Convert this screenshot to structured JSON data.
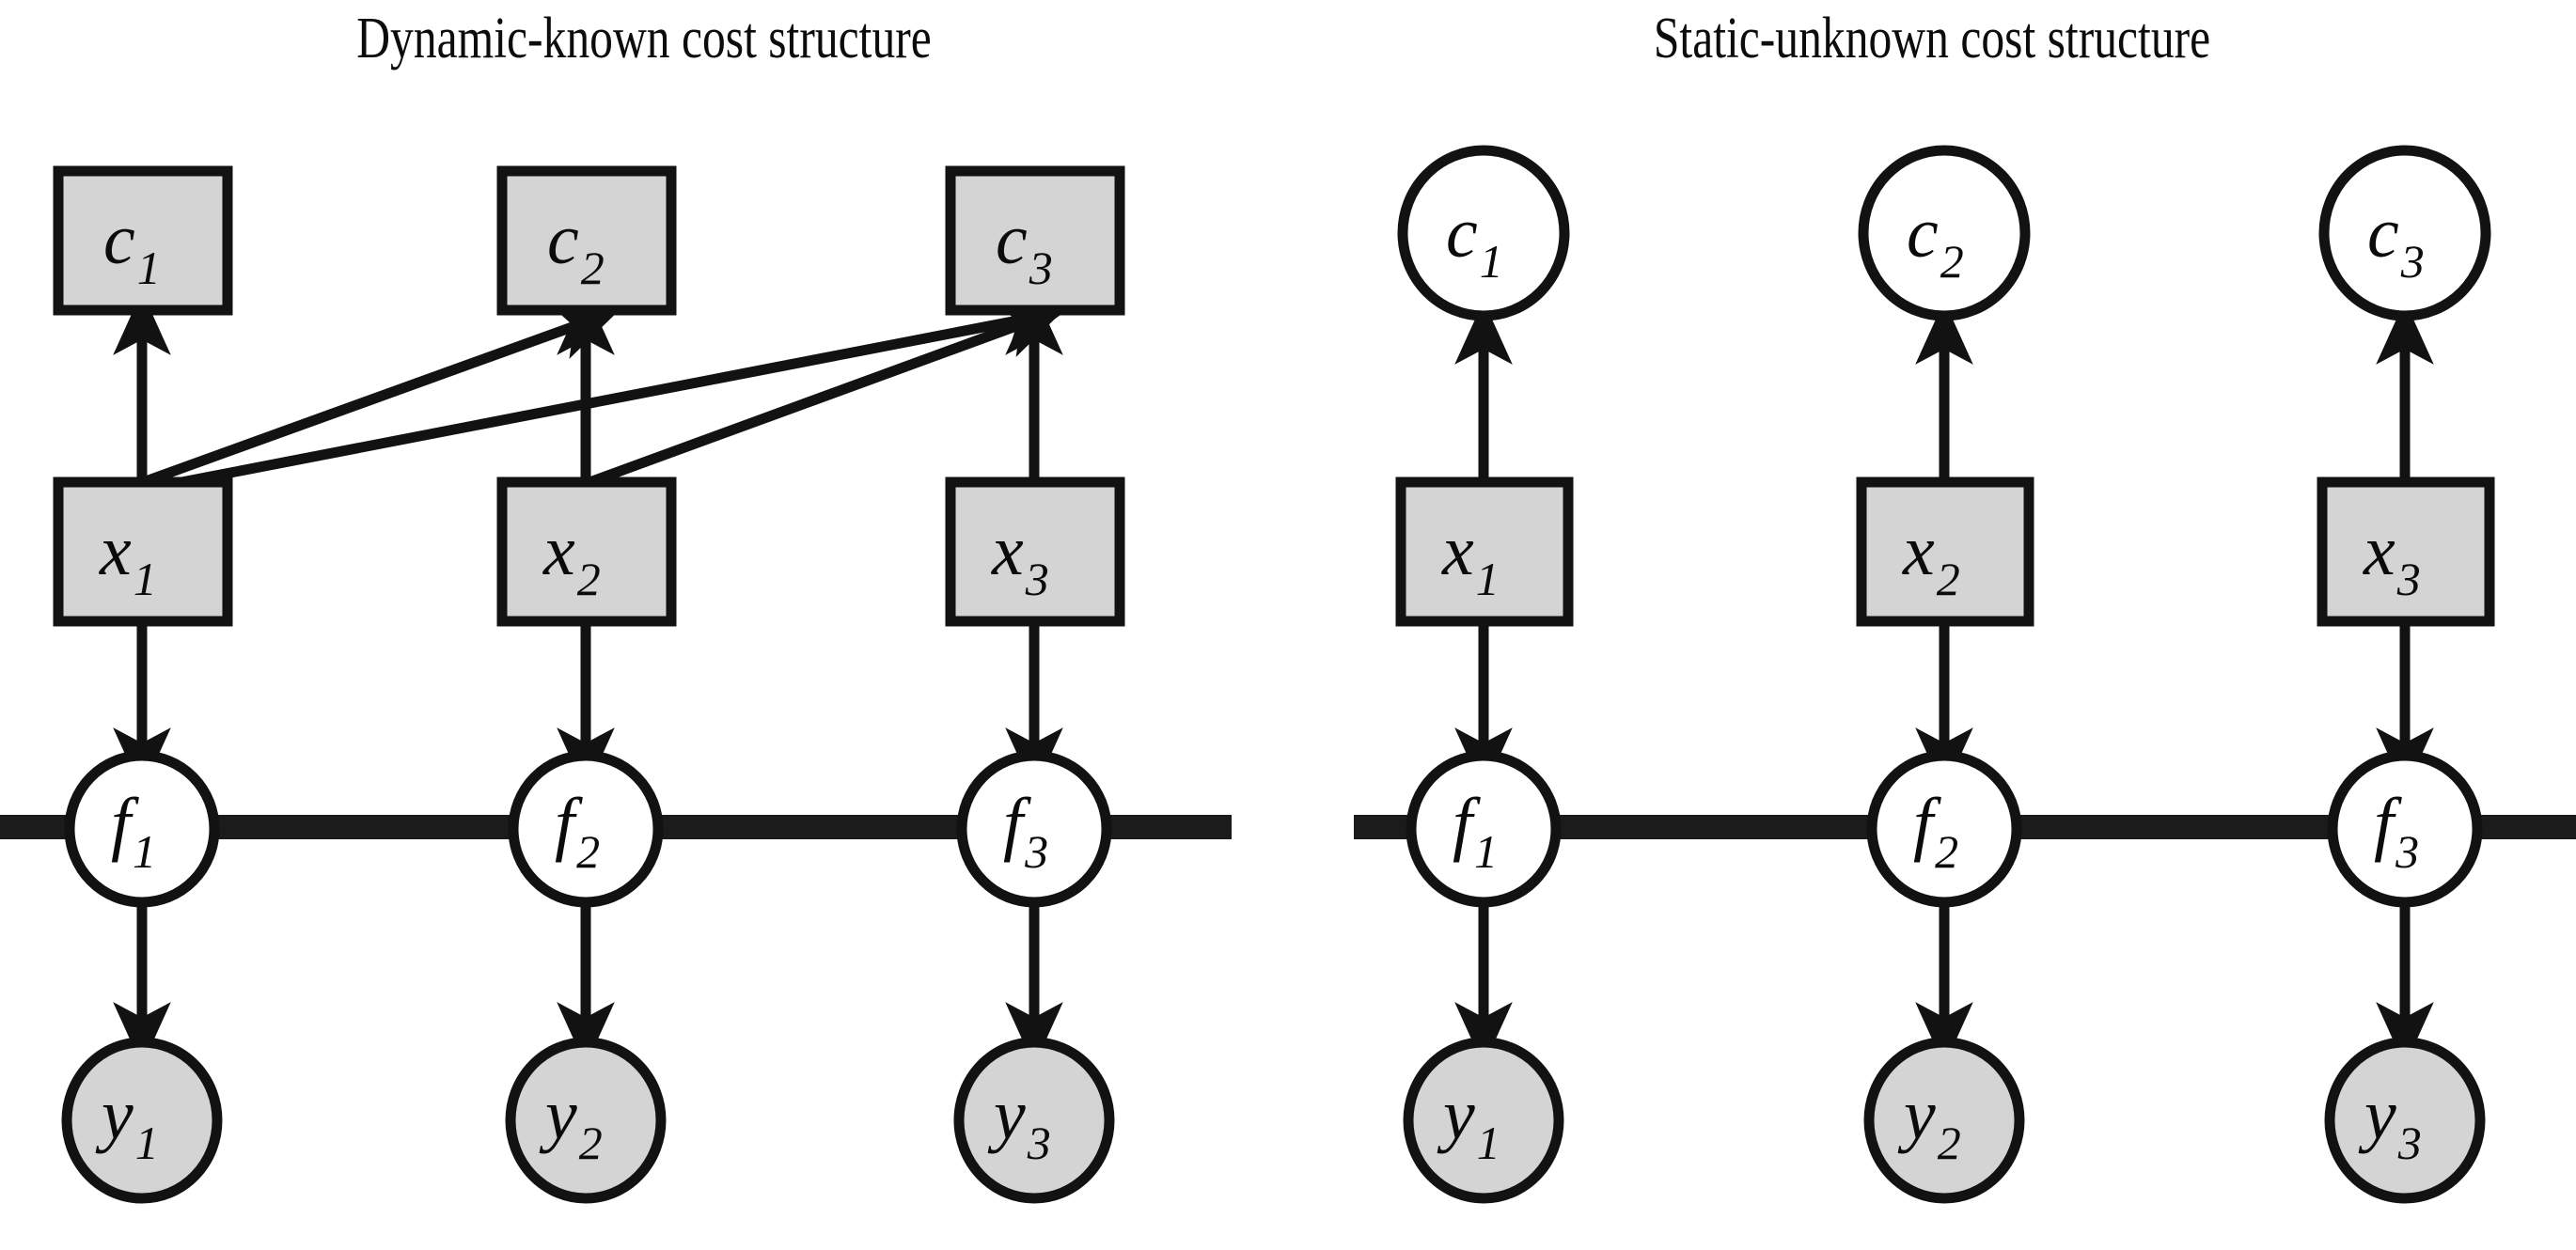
{
  "figure": {
    "type": "probabilistic-graphical-model",
    "background_color": "#ffffff",
    "stroke_color": "#111111",
    "shaded_fill": "#d4d4d4",
    "clear_fill": "#ffffff",
    "panels": [
      {
        "id": "dynamic-known",
        "title": "Dynamic-known cost structure",
        "rows": [
          {
            "name": "cost",
            "shape": "square",
            "fill": "shaded",
            "nodes": [
              {
                "base": "c",
                "sub": "1"
              },
              {
                "base": "c",
                "sub": "2"
              },
              {
                "base": "c",
                "sub": "3"
              }
            ]
          },
          {
            "name": "state",
            "shape": "square",
            "fill": "shaded",
            "nodes": [
              {
                "base": "x",
                "sub": "1"
              },
              {
                "base": "x",
                "sub": "2"
              },
              {
                "base": "x",
                "sub": "3"
              }
            ]
          },
          {
            "name": "latent-function",
            "shape": "circle",
            "fill": "clear",
            "nodes": [
              {
                "base": "f",
                "sub": "1"
              },
              {
                "base": "f",
                "sub": "2"
              },
              {
                "base": "f",
                "sub": "3"
              }
            ]
          },
          {
            "name": "observation",
            "shape": "circle",
            "fill": "shaded",
            "nodes": [
              {
                "base": "y",
                "sub": "1"
              },
              {
                "base": "y",
                "sub": "2"
              },
              {
                "base": "y",
                "sub": "3"
              }
            ]
          }
        ],
        "edges": [
          {
            "from": "x1",
            "to": "c1",
            "kind": "arrow-vertical"
          },
          {
            "from": "x2",
            "to": "c2",
            "kind": "arrow-vertical"
          },
          {
            "from": "x3",
            "to": "c3",
            "kind": "arrow-vertical"
          },
          {
            "from": "x1",
            "to": "c2",
            "kind": "arrow-diagonal"
          },
          {
            "from": "x1",
            "to": "c3",
            "kind": "arrow-diagonal"
          },
          {
            "from": "x2",
            "to": "c3",
            "kind": "arrow-diagonal"
          },
          {
            "from": "x1",
            "to": "f1",
            "kind": "arrow-vertical"
          },
          {
            "from": "x2",
            "to": "f2",
            "kind": "arrow-vertical"
          },
          {
            "from": "x3",
            "to": "f3",
            "kind": "arrow-vertical"
          },
          {
            "from": "f1",
            "to": "y1",
            "kind": "arrow-vertical"
          },
          {
            "from": "f2",
            "to": "y2",
            "kind": "arrow-vertical"
          },
          {
            "from": "f3",
            "to": "y3",
            "kind": "arrow-vertical"
          },
          {
            "from": "f1",
            "to": "f2",
            "kind": "thick-undirected-chain"
          },
          {
            "from": "f2",
            "to": "f3",
            "kind": "thick-undirected-chain"
          }
        ]
      },
      {
        "id": "static-unknown",
        "title": "Static-unknown cost structure",
        "rows": [
          {
            "name": "cost",
            "shape": "circle",
            "fill": "clear",
            "nodes": [
              {
                "base": "c",
                "sub": "1"
              },
              {
                "base": "c",
                "sub": "2"
              },
              {
                "base": "c",
                "sub": "3"
              }
            ]
          },
          {
            "name": "state",
            "shape": "square",
            "fill": "shaded",
            "nodes": [
              {
                "base": "x",
                "sub": "1"
              },
              {
                "base": "x",
                "sub": "2"
              },
              {
                "base": "x",
                "sub": "3"
              }
            ]
          },
          {
            "name": "latent-function",
            "shape": "circle",
            "fill": "clear",
            "nodes": [
              {
                "base": "f",
                "sub": "1"
              },
              {
                "base": "f",
                "sub": "2"
              },
              {
                "base": "f",
                "sub": "3"
              }
            ]
          },
          {
            "name": "observation",
            "shape": "circle",
            "fill": "shaded",
            "nodes": [
              {
                "base": "y",
                "sub": "1"
              },
              {
                "base": "y",
                "sub": "2"
              },
              {
                "base": "y",
                "sub": "3"
              }
            ]
          }
        ],
        "edges": [
          {
            "from": "x1",
            "to": "c1",
            "kind": "arrow-vertical"
          },
          {
            "from": "x2",
            "to": "c2",
            "kind": "arrow-vertical"
          },
          {
            "from": "x3",
            "to": "c3",
            "kind": "arrow-vertical"
          },
          {
            "from": "x1",
            "to": "f1",
            "kind": "arrow-vertical"
          },
          {
            "from": "x2",
            "to": "f2",
            "kind": "arrow-vertical"
          },
          {
            "from": "x3",
            "to": "f3",
            "kind": "arrow-vertical"
          },
          {
            "from": "f1",
            "to": "y1",
            "kind": "arrow-vertical"
          },
          {
            "from": "f2",
            "to": "y2",
            "kind": "arrow-vertical"
          },
          {
            "from": "f3",
            "to": "y3",
            "kind": "arrow-vertical"
          },
          {
            "from": "f1",
            "to": "f2",
            "kind": "thick-undirected-chain"
          },
          {
            "from": "f2",
            "to": "f3",
            "kind": "thick-undirected-chain"
          }
        ]
      }
    ]
  }
}
